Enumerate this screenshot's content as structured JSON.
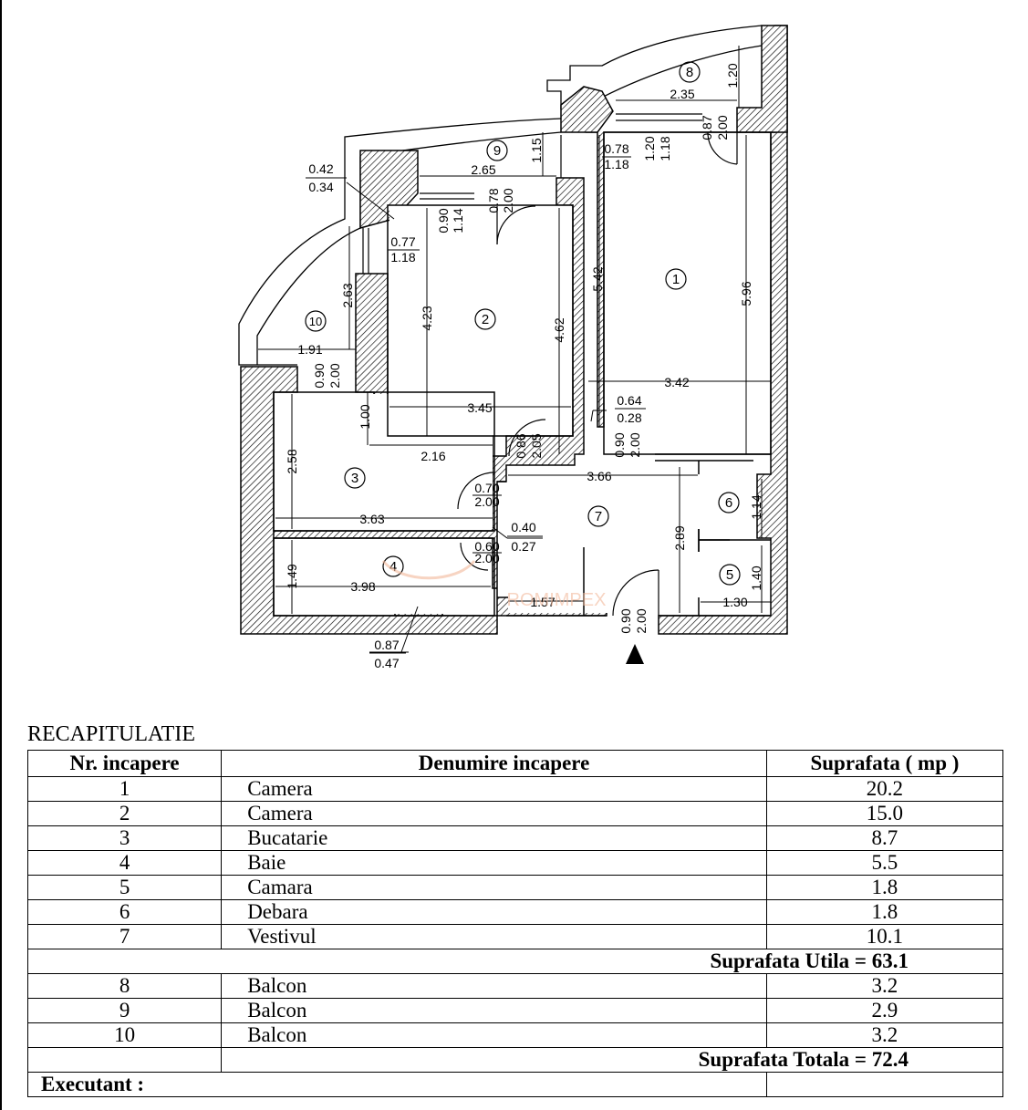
{
  "plan": {
    "rooms": [
      {
        "num": "1"
      },
      {
        "num": "2"
      },
      {
        "num": "3"
      },
      {
        "num": "4"
      },
      {
        "num": "5"
      },
      {
        "num": "6"
      },
      {
        "num": "7"
      },
      {
        "num": "8"
      },
      {
        "num": "9"
      },
      {
        "num": "10"
      }
    ],
    "dimensions": {
      "d_2_35": "2.35",
      "d_1_20_b8": "1.20",
      "d_0_87": "0.87",
      "d_2_00_b8": "2.00",
      "d_2_65": "2.65",
      "d_1_15": "1.15",
      "d_0_78a": "0.78",
      "d_2_00_b9": "2.00",
      "d_0_78b": "0.78",
      "d_1_18b": "1.18",
      "d_1_20w": "1.20",
      "d_1_18w": "1.18",
      "d_0_42": "0.42",
      "d_0_34": "0.34",
      "d_0_90a": "0.90",
      "d_1_14a": "1.14",
      "d_0_77": "0.77",
      "d_1_18c": "1.18",
      "d_2_63": "2.63",
      "d_1_91": "1.91",
      "d_0_90b": "0.90",
      "d_2_00b": "2.00",
      "d_4_23": "4.23",
      "d_4_62": "4.62",
      "d_5_42": "5.42",
      "d_5_96": "5.96",
      "d_3_42": "3.42",
      "d_3_45": "3.45",
      "d_1_00": "1.00",
      "d_0_64": "0.64",
      "d_0_28": "0.28",
      "d_2_58": "2.58",
      "d_2_16": "2.16",
      "d_0_86": "0.86",
      "d_2_05": "2.05",
      "d_0_90c": "0.90",
      "d_2_00c": "2.00",
      "d_3_66": "3.66",
      "d_0_70": "0.70",
      "d_2_00d": "2.00",
      "d_3_63": "3.63",
      "d_0_40": "0.40",
      "d_0_27": "0.27",
      "d_0_60": "0.60",
      "d_2_00e": "2.00",
      "d_1_14b": "1.14",
      "d_2_89": "2.89",
      "d_1_40": "1.40",
      "d_1_49": "1.49",
      "d_3_98": "3.98",
      "d_1_57": "1.57",
      "d_0_90d": "0.90",
      "d_2_00f": "2.00",
      "d_1_30": "1.30",
      "d_0_87b": "0.87",
      "d_0_47": "0.47"
    },
    "watermark": "ROMIMPEX"
  },
  "recap": {
    "title": "RECAPITULATIE",
    "headers": {
      "nr": "Nr. incapere",
      "name": "Denumire incapere",
      "area": "Suprafata ( mp )"
    },
    "rows": [
      {
        "nr": "1",
        "name": "Camera",
        "area": "20.2"
      },
      {
        "nr": "2",
        "name": "Camera",
        "area": "15.0"
      },
      {
        "nr": "3",
        "name": "Bucatarie",
        "area": "8.7"
      },
      {
        "nr": "4",
        "name": "Baie",
        "area": "5.5"
      },
      {
        "nr": "5",
        "name": "Camara",
        "area": "1.8"
      },
      {
        "nr": "6",
        "name": "Debara",
        "area": "1.8"
      },
      {
        "nr": "7",
        "name": "Vestivul",
        "area": "10.1"
      }
    ],
    "util_label": "Suprafata Utila  = 63.1",
    "balcony_rows": [
      {
        "nr": "8",
        "name": "Balcon",
        "area": "3.2"
      },
      {
        "nr": "9",
        "name": "Balcon",
        "area": "2.9"
      },
      {
        "nr": "10",
        "name": "Balcon",
        "area": "3.2"
      }
    ],
    "total_label": "Suprafata Totala = 72.4",
    "executant_label": "Executant :"
  }
}
